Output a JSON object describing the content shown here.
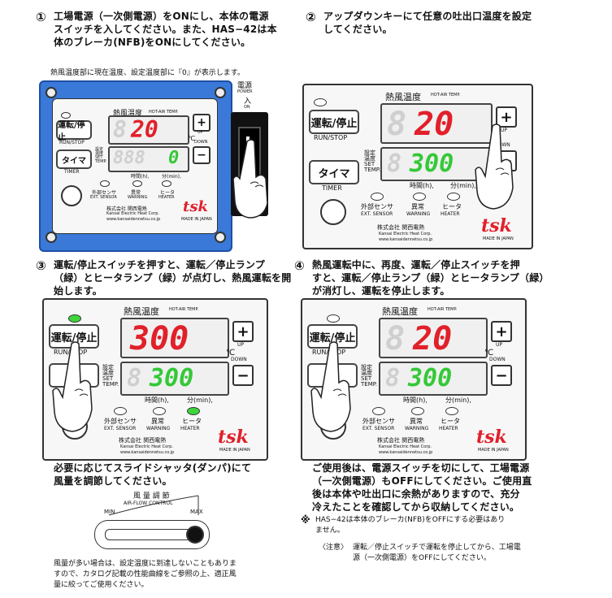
{
  "steps": [
    {
      "num": "①",
      "text": "工場電源（一次側電源）をONにし、本体の電源スイッチを入してください。また、HAS−42は本体のブレーカ(NFB)をONにしてください。",
      "lines": [
        "工場電源（一次側電源）をONにし、本体の電源",
        "スイッチを入してください。また、HAS−42は本",
        "体のブレーカ(NFB)をONにしてください。"
      ],
      "note": "熱風温度部に現在温度、設定温度部に『0』が表示します。"
    },
    {
      "num": "②",
      "lines": [
        "アップダウンキーにて任意の吐出口温度を設定",
        "してください。"
      ]
    },
    {
      "num": "③",
      "lines": [
        "運転/停止スイッチを押すと、運転／停止ランプ",
        "（緑）とヒータランプ（緑）が点灯し、熱風運転を開",
        "始します。"
      ]
    },
    {
      "num": "④",
      "lines": [
        "熱風運転中に、再度、運転／停止スイッチを押",
        "すと、運転／停止ランプ（緑）とヒータランプ（緑）",
        "が消灯し、運転を停止します。"
      ]
    }
  ],
  "panel": {
    "hot_air_label": "熱風温度",
    "hot_air_en": "HOT-AIR TEMP.",
    "run_label": "運転/停止",
    "run_en": "RUN/STOP",
    "timer_label": "タイマ",
    "timer_en": "TIMER",
    "set_label_lines": [
      "設定",
      "温度",
      "SET",
      "TEMP."
    ],
    "time_h": "時間(h),",
    "time_min": "分(min),",
    "celsius": "℃",
    "up": "UP",
    "down": "DOWN",
    "plus": "+",
    "minus": "−",
    "ext_sensor": "外部センサ",
    "ext_sensor_en": "EXT. SENSOR",
    "warning": "異常",
    "warning_en": "WARNING",
    "heater": "ヒータ",
    "heater_en": "HEATER",
    "company_jp": "株式会社 関西電熱",
    "company_en": "Kansai Electric Heat Corp.",
    "url": "www.kansaidennetsu.co.jp",
    "logo": "tsk",
    "made": "MADE IN JAPAN",
    "power_label": "電源",
    "power_en": "POWER",
    "power_on": "入",
    "power_on_en": "ON"
  },
  "displays": {
    "p1": {
      "top": "20",
      "bottom": "0"
    },
    "p2": {
      "top": "20",
      "bottom": "300"
    },
    "p3": {
      "top": "300",
      "bottom": "300"
    },
    "p4": {
      "top": "20",
      "bottom": "300"
    }
  },
  "damper": {
    "text_lines": [
      "必要に応じてスライドシャッタ(ダンパ)にて",
      "風量を調節してください。"
    ],
    "title": "風 量 調 節",
    "subtitle": "AIR-FLOW  CONTROL",
    "min": "MIN",
    "max": "MAX",
    "note_lines": [
      "風量が多い場合は、設定温度に到達しないこともありま",
      "すので、カタログ記載の性能曲線をご参照の上、適正風",
      "量に絞ってご使用ください。"
    ]
  },
  "after_use": {
    "lines": [
      "ご使用後は、電源スイッチを切にして、工場電源",
      "（一次側電源）もOFFにしてください。ご使用直",
      "後は本体や吐出口に余熱がありますので、充分",
      "冷えたことを確認してから収納してください。"
    ],
    "note_mark": "※",
    "note_lines": [
      "HAS−42は本体のブレーカ(NFB)をOFFにする必要はあり",
      "ません。"
    ],
    "caution_label": "〈注意〉",
    "caution_lines": [
      "運転／停止スイッチで運転を停止してから、工場電",
      "源（一次側電源）をOFFにしてください。"
    ]
  }
}
